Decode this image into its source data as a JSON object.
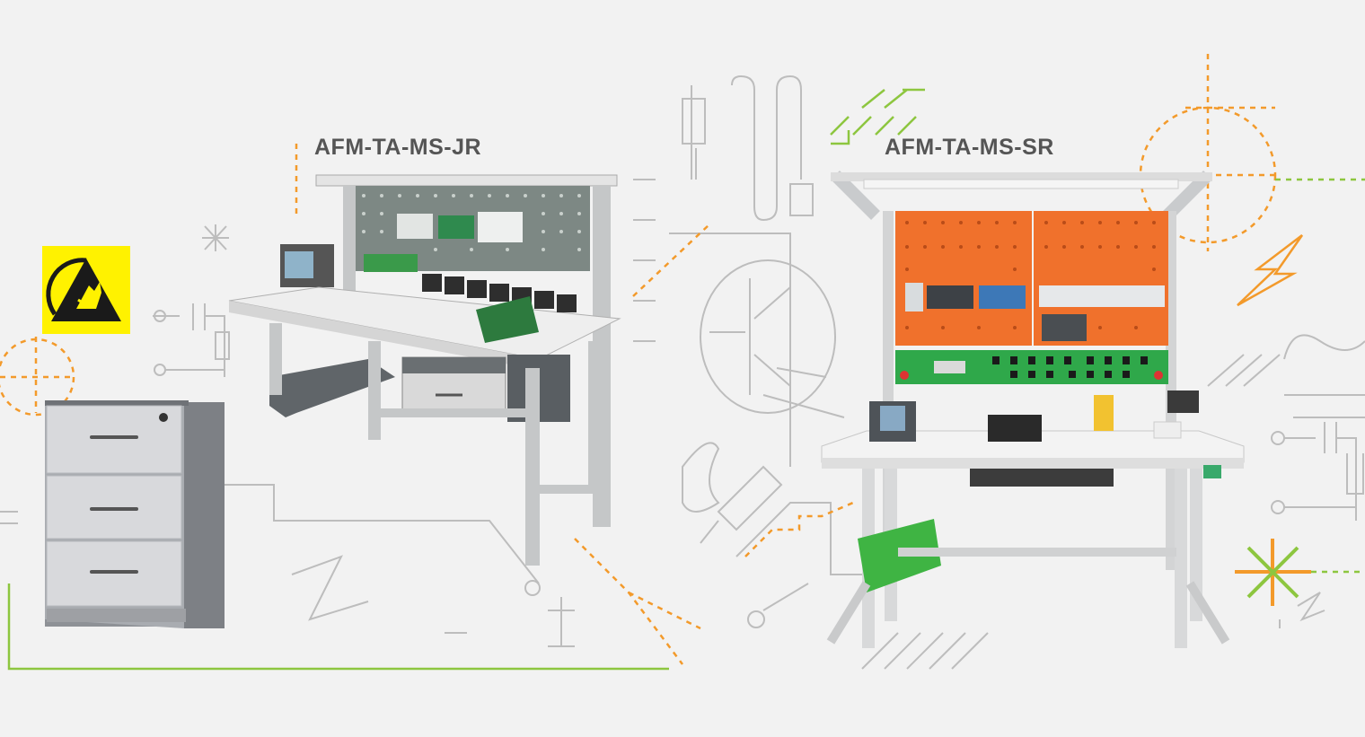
{
  "products": [
    {
      "id": "jr",
      "label": "AFM-TA-MS-JR"
    },
    {
      "id": "sr",
      "label": "AFM-TA-MS-SR"
    }
  ],
  "badge": {
    "icon": "esd-warning-icon",
    "color": "#fff200"
  },
  "colors": {
    "background": "#f2f2f2",
    "line_gray": "#b5b5b5",
    "accent_orange": "#f39a2b",
    "accent_green": "#8dc63f",
    "panel_orange": "#f0712c",
    "panel_green": "#2fa84a"
  }
}
